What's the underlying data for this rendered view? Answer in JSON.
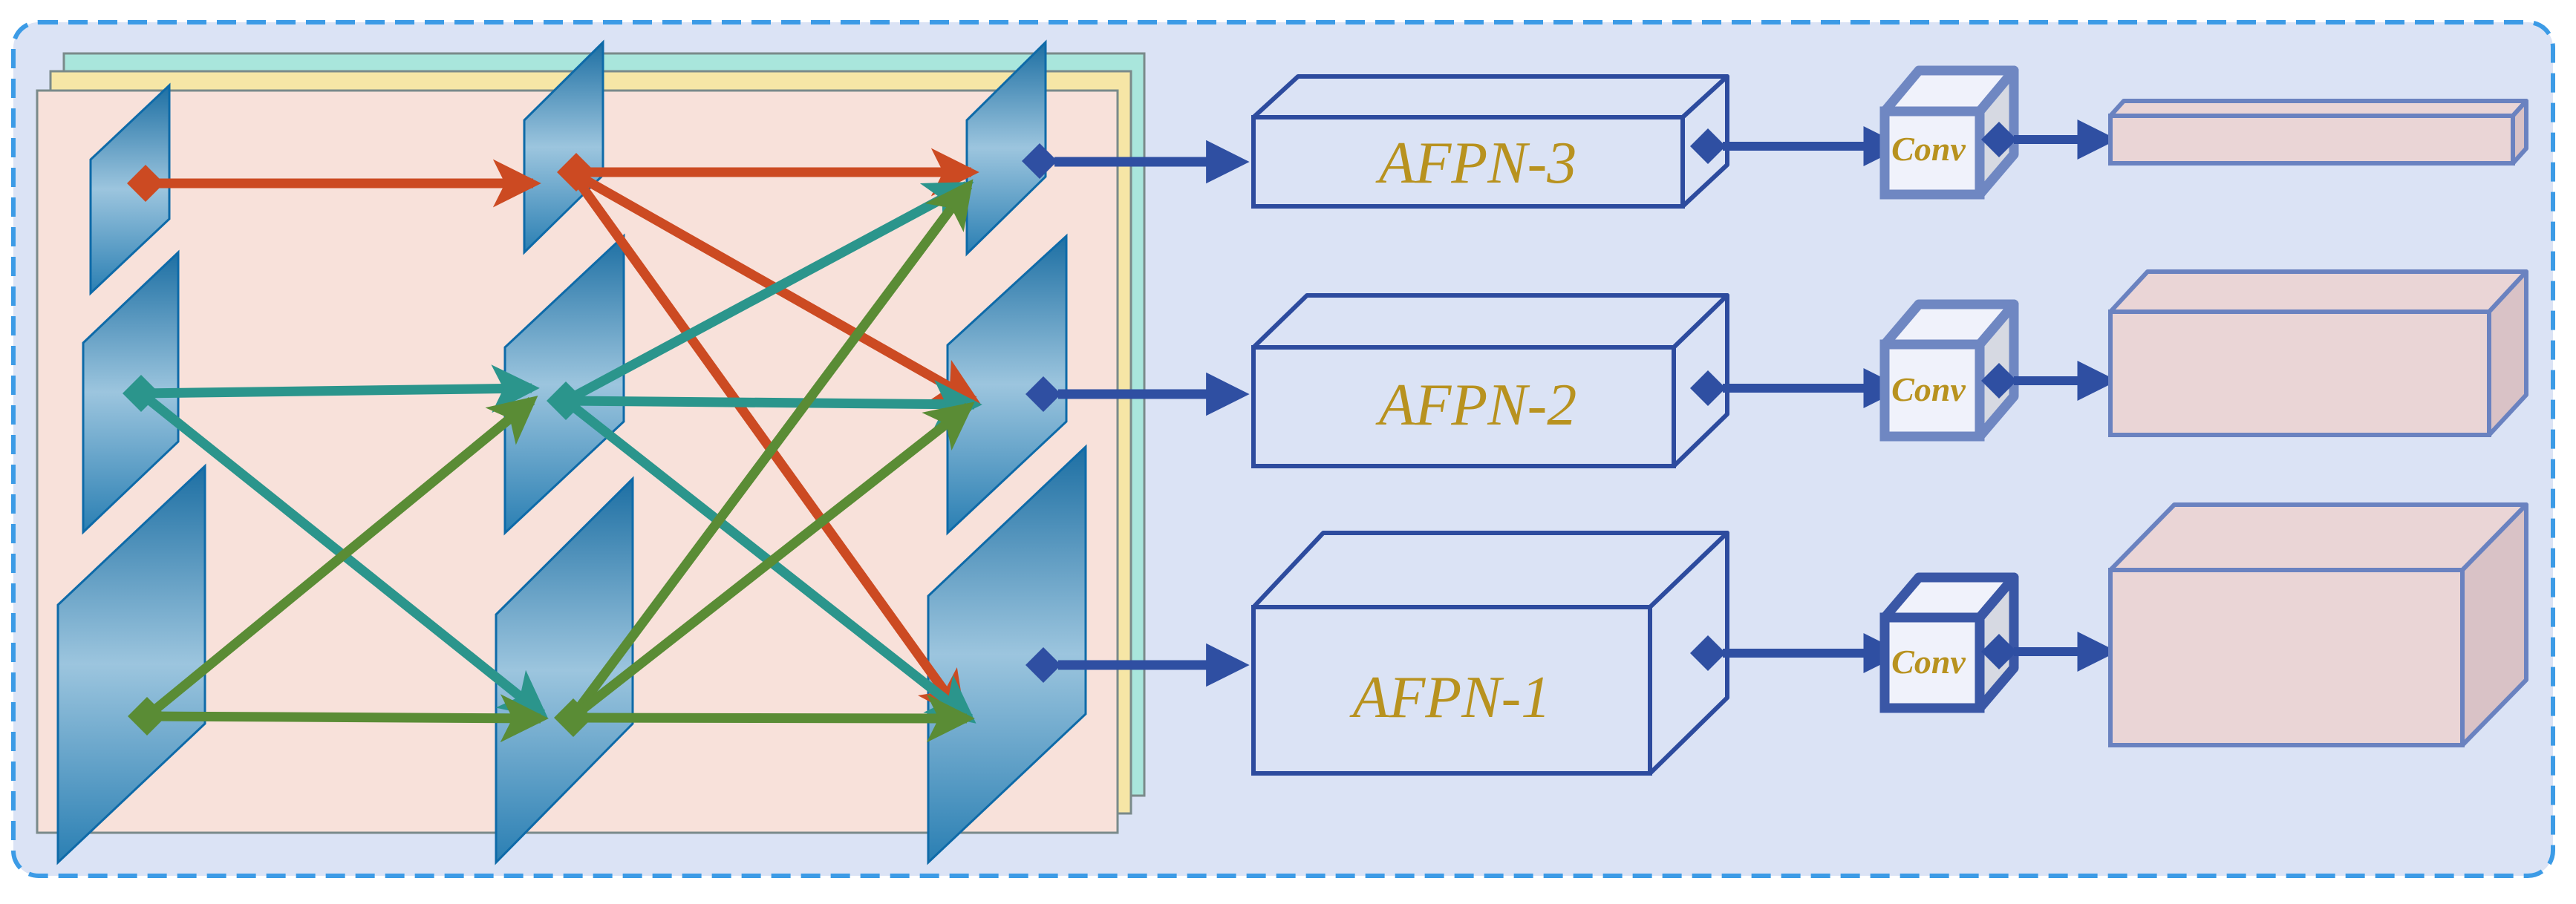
{
  "colors": {
    "canvas_bg": "#dbe3f5",
    "border": "#3c9be6",
    "sheet_back": "#a9e6dc",
    "sheet_mid": "#f6e6a6",
    "sheet_front": "#f8e1da",
    "plane_light": "#a9cfe4",
    "plane_dark": "#1f73a6",
    "arrow_red": "#cc4a22",
    "arrow_teal": "#2b958c",
    "arrow_green": "#5a8c35",
    "arrow_blue": "#2f4fa2",
    "box_stroke": "#2d4b9e",
    "output_fill": "#ead5d6",
    "output_stroke": "#6a82c0",
    "label_gold": "#b8921f"
  },
  "diagram": {
    "blocks": [
      {
        "label": "AFPN-3"
      },
      {
        "label": "AFPN-2"
      },
      {
        "label": "AFPN-1"
      }
    ],
    "conv_label": "Conv"
  }
}
